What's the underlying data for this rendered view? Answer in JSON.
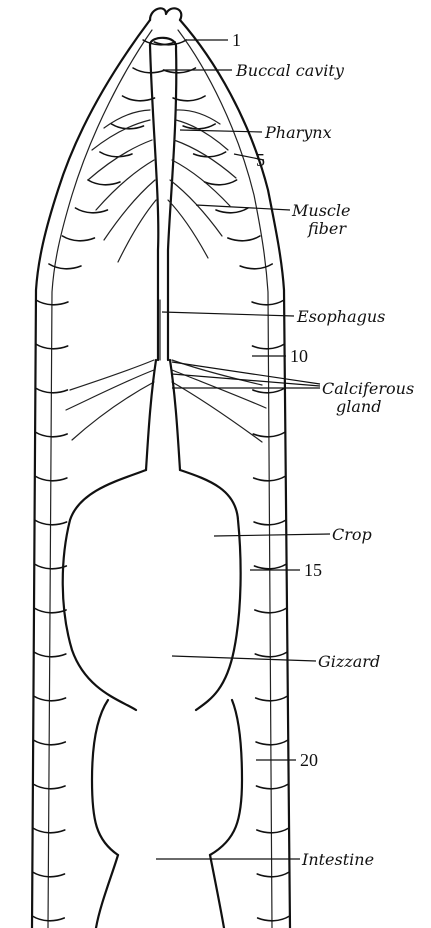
{
  "labels": {
    "seg_1": "1",
    "buccal_cavity": "Buccal cavity",
    "pharynx": "Pharynx",
    "seg_5": "5",
    "muscle_fiber_line1": "Muscle",
    "muscle_fiber_line2": "fiber",
    "esophagus": "Esophagus",
    "seg_10": "10",
    "calciferous_line1": "Calciferous",
    "calciferous_line2": "gland",
    "crop": "Crop",
    "seg_15": "15",
    "gizzard": "Gizzard",
    "seg_20": "20",
    "intestine": "Intestine"
  }
}
